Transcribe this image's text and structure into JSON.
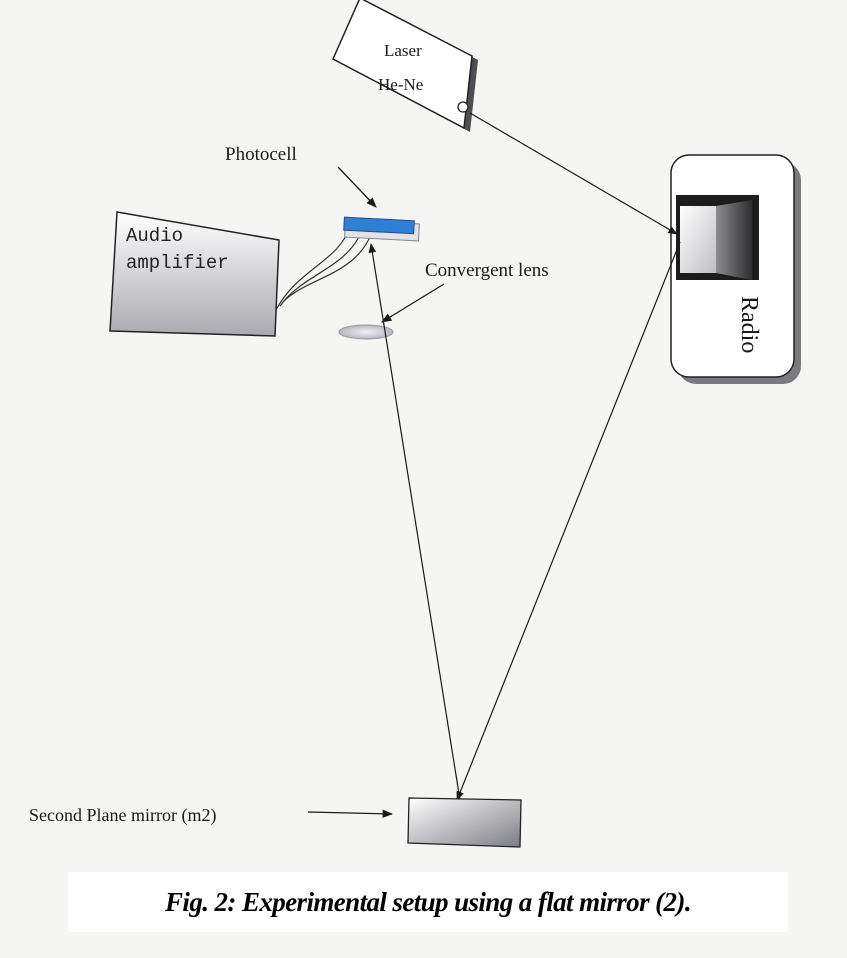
{
  "labels": {
    "laser_line1": "Laser",
    "laser_line2": "He-Ne",
    "photocell": "Photocell",
    "audio_line1": "Audio",
    "audio_line2": "amplifier",
    "convergent_lens": "Convergent lens",
    "radio": "Radio",
    "second_mirror": "Second Plane mirror (m2)"
  },
  "caption": "Fig. 2: Experimental setup using a flat mirror (2).",
  "colors": {
    "photocell_blue": "#2f7fd6",
    "line": "#222222"
  }
}
